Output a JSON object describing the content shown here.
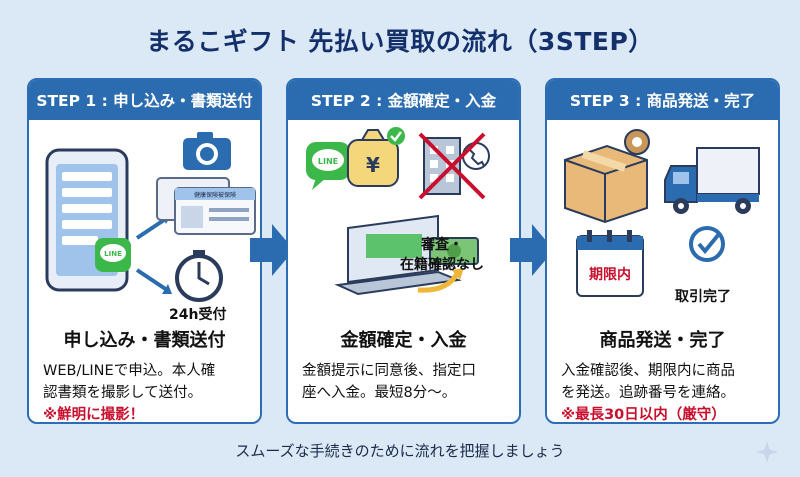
{
  "title": "まるこギフト 先払い買取の流れ（3STEP）",
  "steps": [
    {
      "header": "STEP 1 : 申し込み・書類送付",
      "heading": "申し込み・書類送付",
      "desc_lines": [
        "WEB/LINEで申込。本人確",
        "認書類を撮影して送付。"
      ],
      "note": "※鮮明に撮影！",
      "art": {
        "line_badge": "LINE",
        "id_card_text": "健康保険被保険",
        "clock_label": "24h受付"
      }
    },
    {
      "header": "STEP 2 : 金額確定・入金",
      "heading": "金額確定・入金",
      "desc_lines": [
        "金額提示に同意後、指定口",
        "座へ入金。最短8分〜。"
      ],
      "note": "",
      "art": {
        "line_badge": "LINE",
        "yen_symbol": "¥",
        "no_check_label_1": "審査・",
        "no_check_label_2": "在籍確認なし"
      }
    },
    {
      "header": "STEP 3 : 商品発送・完了",
      "heading": "商品発送・完了",
      "desc_lines": [
        "入金確認後、期限内に商品",
        "を発送。追跡番号を連絡。"
      ],
      "note": "※最長30日以内（厳守）",
      "art": {
        "calendar_text": "期限内",
        "complete_label": "取引完了"
      }
    }
  ],
  "footer": "スムーズな手続きのために流れを把握しましょう",
  "colors": {
    "accent": "#2b6cb0",
    "background": "#dbe9f6",
    "note": "#c8102e",
    "line_green": "#3cb84a"
  }
}
